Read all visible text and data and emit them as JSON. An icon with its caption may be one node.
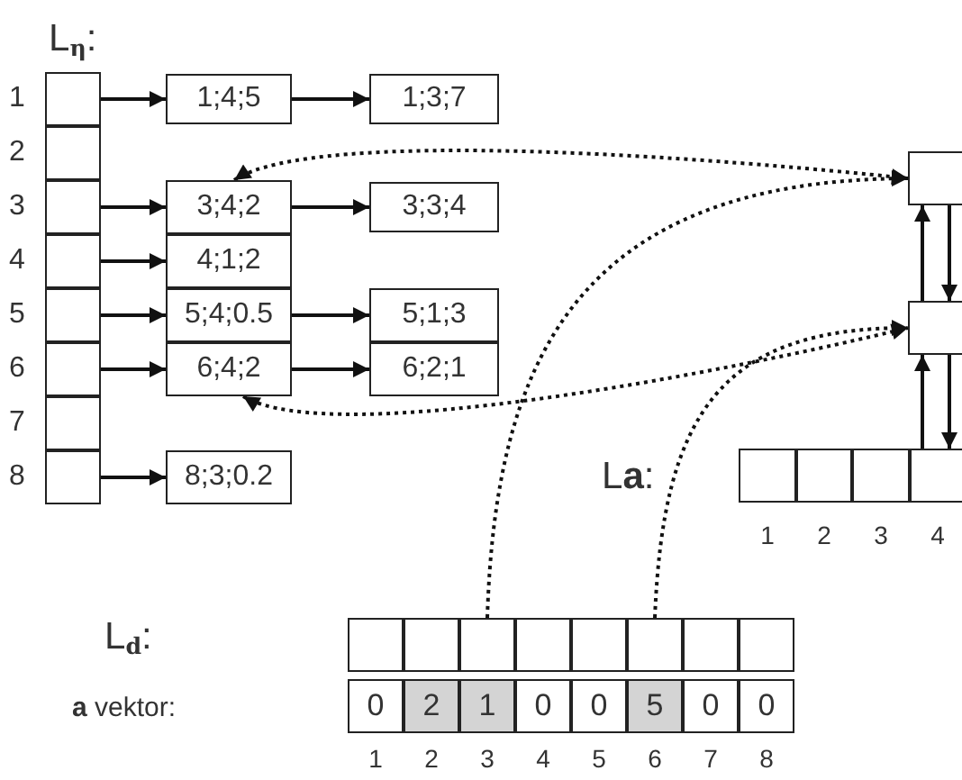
{
  "diagram": {
    "nodes": [
      {
        "text": [],
        "shape": "box"
      },
      {
        "text": [],
        "shape": "box"
      },
      {
        "text": [],
        "shape": "box"
      },
      {
        "text": [],
        "shape": "box"
      },
      {
        "text": [],
        "shape": "box"
      },
      {
        "text": [],
        "shape": "box"
      },
      {
        "text": [],
        "shape": "box"
      },
      {
        "text": [],
        "shape": "box"
      },
      {
        "text": [
          "1;4;5"
        ]
      },
      {
        "text": [
          "1;3;7"
        ]
      },
      {
        "text": [
          "3;4;2"
        ]
      },
      {
        "text": [
          "3;3;4"
        ]
      },
      {
        "text": [
          "4;1;2"
        ]
      },
      {
        "text": [
          "5;4;0.5"
        ]
      },
      {
        "text": [
          "5;1;3"
        ]
      },
      {
        "text": [
          "6;4;2"
        ]
      },
      {
        "text": [
          "6;2;1"
        ]
      },
      {
        "text": [
          "8;3;0.2"
        ]
      },
      {
        "text": [],
        "shape": "box"
      },
      {
        "text": [],
        "shape": "box"
      },
      {
        "text": [],
        "shape": "box"
      },
      {
        "text": [],
        "shape": "box"
      },
      {
        "text": [],
        "shape": "box"
      },
      {
        "text": [],
        "shape": "box"
      },
      {
        "text": [],
        "shape": "box"
      },
      {
        "text": [],
        "shape": "box"
      },
      {
        "text": [],
        "shape": "box"
      },
      {
        "text": [],
        "shape": "box"
      },
      {
        "text": [],
        "shape": "box"
      },
      {
        "text": [],
        "shape": "box"
      },
      {
        "text": [],
        "shape": "box"
      },
      {
        "text": [],
        "shape": "box"
      },
      {
        "text": [
          "0"
        ]
      },
      {
        "text": [
          "2"
        ]
      },
      {
        "text": [
          "1"
        ]
      },
      {
        "text": [
          "0"
        ]
      },
      {
        "text": [
          "0"
        ]
      },
      {
        "text": [
          "5"
        ]
      },
      {
        "text": [
          "0"
        ]
      },
      {
        "text": [
          "0"
        ]
      }
    ],
    "edges": [
      {
        "from": 0,
        "to": 8,
        "arrow": "to"
      },
      {
        "from": 8,
        "to": 9,
        "arrow": "to"
      },
      {
        "from": 2,
        "to": 10,
        "arrow": "to"
      },
      {
        "from": 10,
        "to": 11,
        "arrow": "to"
      },
      {
        "from": 3,
        "to": 12,
        "arrow": "to"
      },
      {
        "from": 4,
        "to": 13,
        "arrow": "to"
      },
      {
        "from": 13,
        "to": 14,
        "arrow": "to"
      },
      {
        "from": 5,
        "to": 15,
        "arrow": "to"
      },
      {
        "from": 15,
        "to": 16,
        "arrow": "to"
      },
      {
        "from": 7,
        "to": 17,
        "arrow": "to"
      },
      {
        "from": 10,
        "to": 18,
        "arrow": "both",
        "style": "dashed"
      },
      {
        "from": 26,
        "to": 18,
        "arrow": "to",
        "style": "dashed"
      },
      {
        "from": 15,
        "to": 19,
        "arrow": "both",
        "style": "dashed"
      },
      {
        "from": 29,
        "to": 19,
        "arrow": "to",
        "style": "dashed"
      },
      {
        "from": 19,
        "to": 18,
        "arrow": "to"
      },
      {
        "from": 18,
        "to": 19,
        "arrow": "to"
      },
      {
        "from": 23,
        "to": 19,
        "arrow": "to"
      },
      {
        "from": 19,
        "to": 23,
        "arrow": "to"
      }
    ],
    "labels": [
      "L$_{η}$:",
      "1",
      "2",
      "3",
      "4",
      "5",
      "6",
      "7",
      "8",
      "L**a**:",
      "1",
      "2",
      "3",
      "4",
      "L$_{d}$:",
      "**a** vektor:",
      "1",
      "2",
      "3",
      "4",
      "5",
      "6",
      "7",
      "8"
    ]
  }
}
